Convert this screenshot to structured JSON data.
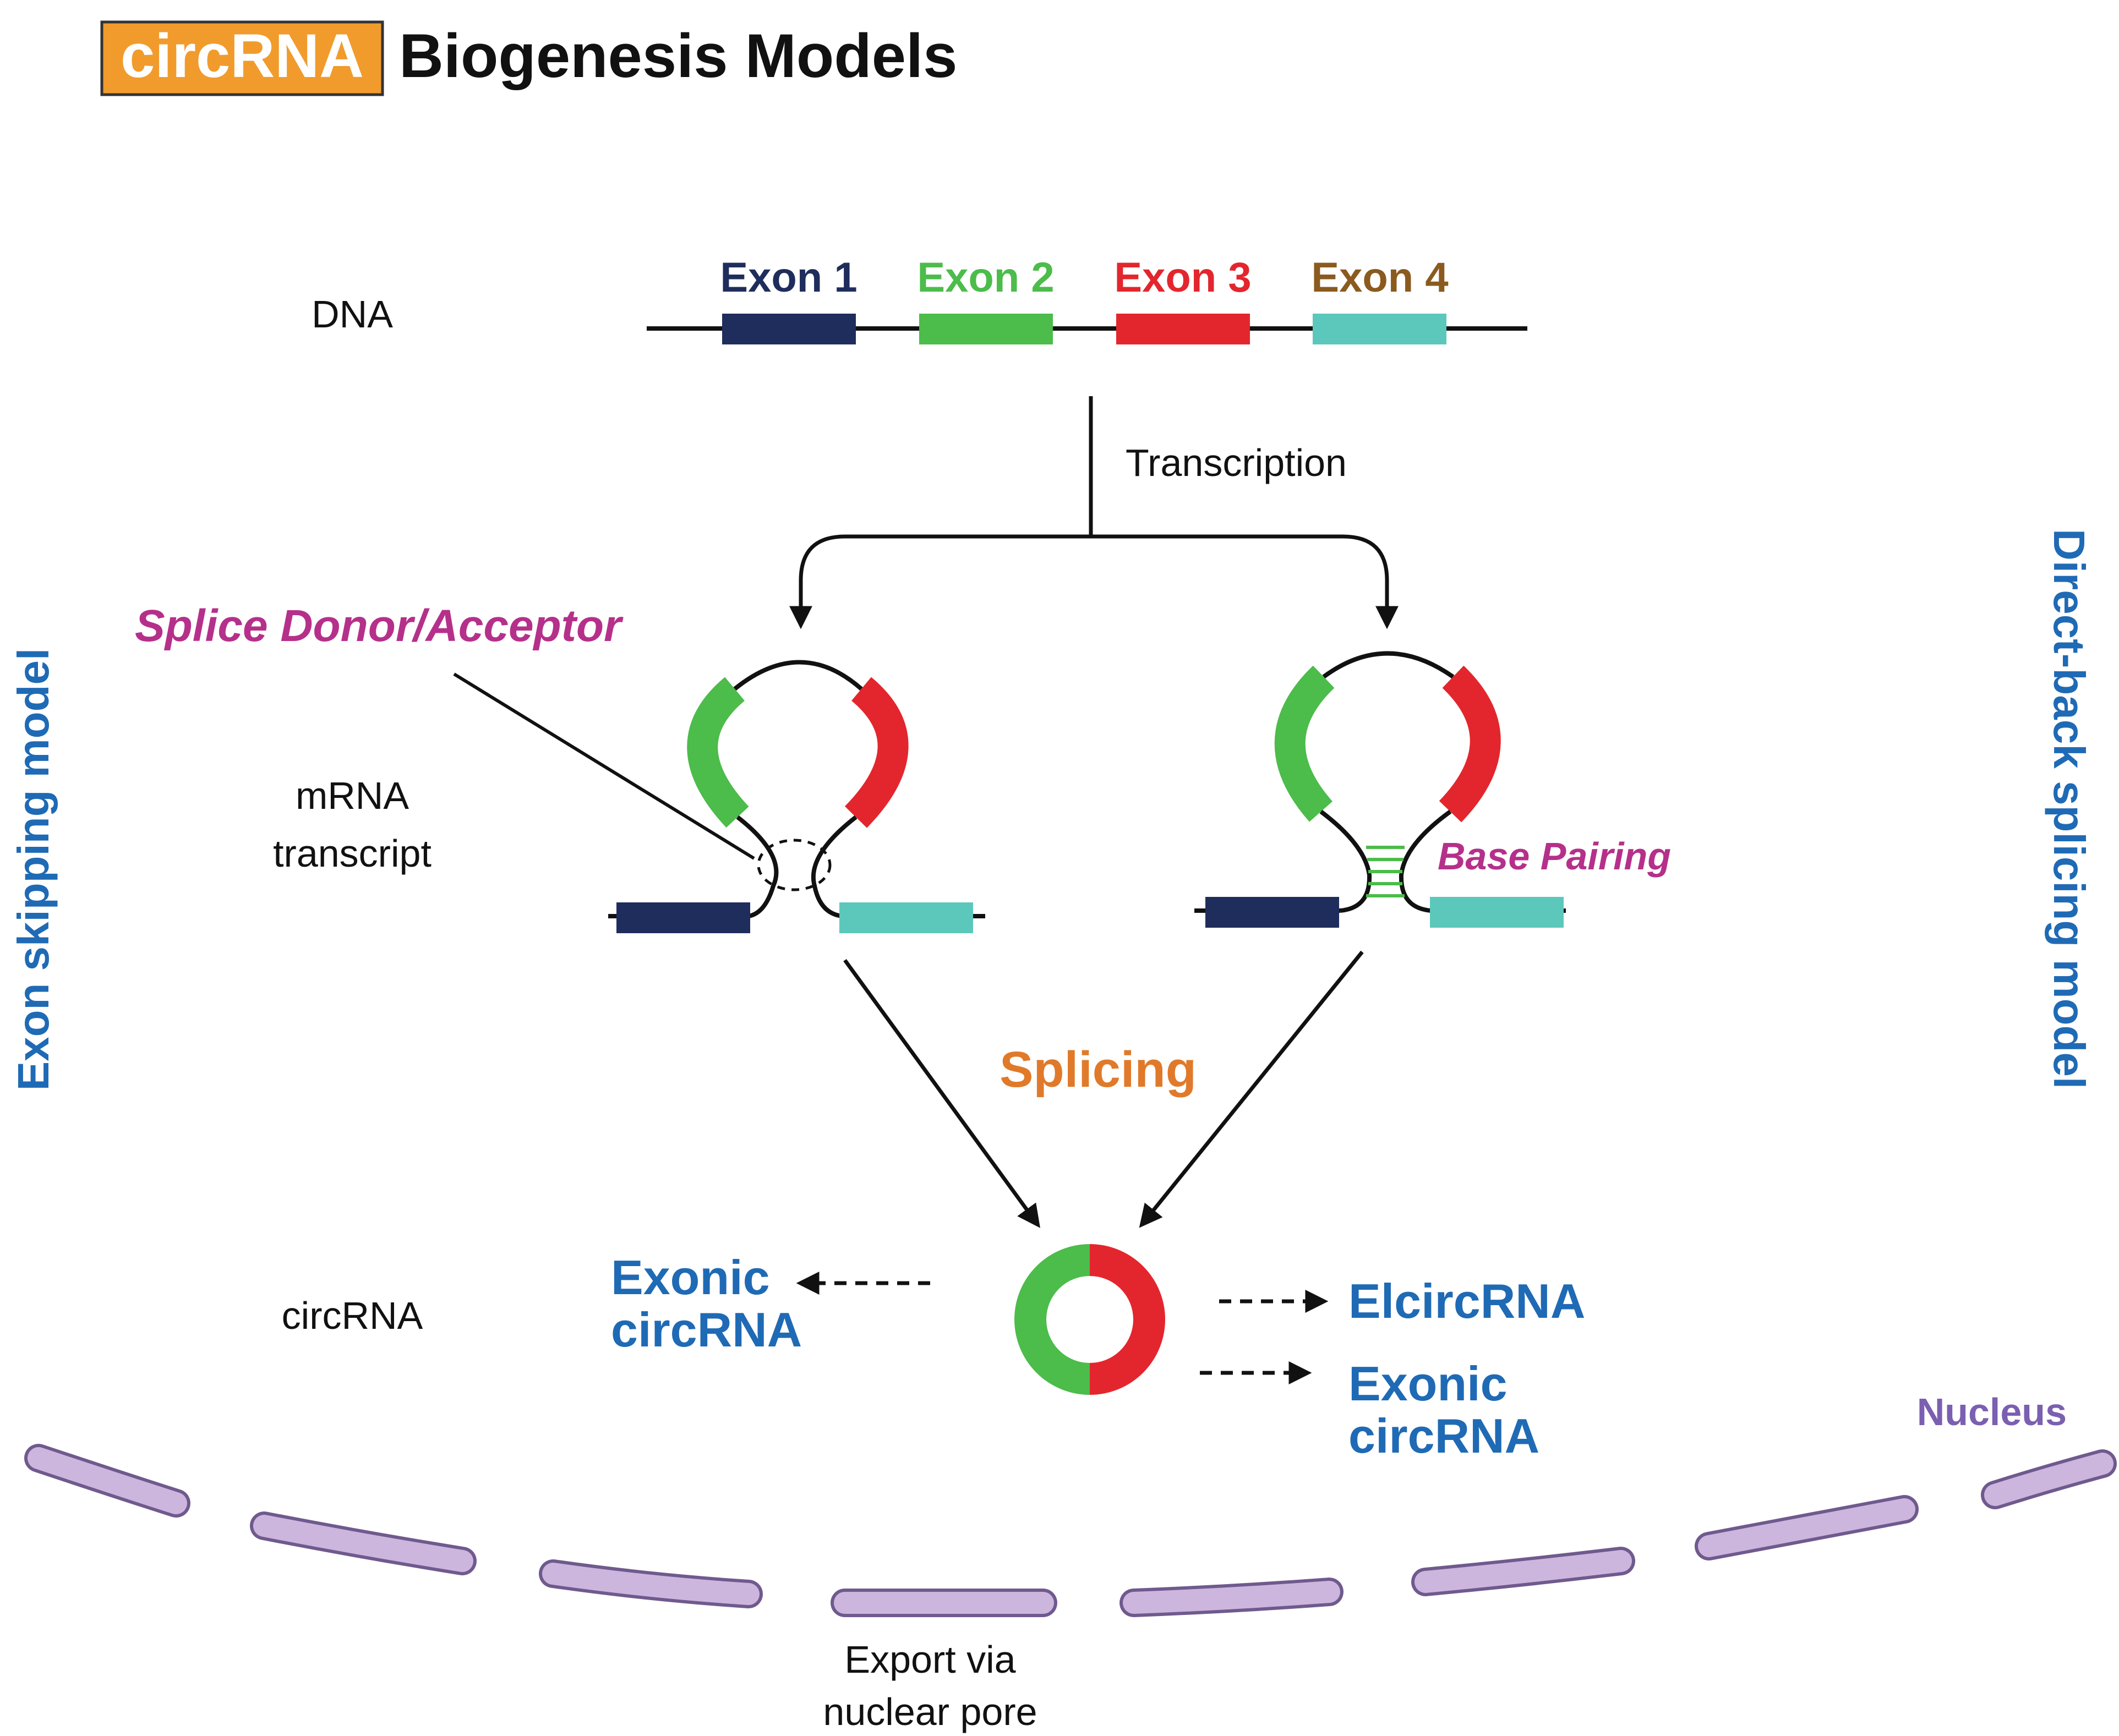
{
  "title": {
    "badge": "circRNA",
    "text": "Biogenesis Models"
  },
  "colors": {
    "exon1": "#1f2d5c",
    "exon2": "#4cbc4a",
    "exon3": "#e3262d",
    "exon4": "#5bc8bb",
    "badge": "#f19b2c",
    "blue_text": "#1f6ab5",
    "magenta_text": "#b5308a",
    "orange_text": "#e07a2a",
    "membrane": "#cdb6de"
  },
  "labels": {
    "dna": "DNA",
    "transcription": "Transcription",
    "mrna_line1": "mRNA",
    "mrna_line2": "transcript",
    "circrna": "circRNA",
    "splicing": "Splicing",
    "splice_donor": "Splice Donor/Acceptor",
    "base_pairing": "Base Pairing",
    "nucleus": "Nucleus",
    "export_line1": "Export via",
    "export_line2": "nuclear pore",
    "left_model": "Exon skipping model",
    "right_model": "Direct-back splicing model"
  },
  "exons": [
    {
      "label": "Exon 1",
      "color": "#1f2d5c"
    },
    {
      "label": "Exon 2",
      "color": "#4cbc4a"
    },
    {
      "label": "Exon 3",
      "color": "#e3262d"
    },
    {
      "label": "Exon 4",
      "color": "#8a5a1e"
    }
  ],
  "products": {
    "left": {
      "line1": "Exonic",
      "line2": "circRNA"
    },
    "right_top": "ElcircRNA",
    "right_bottom": {
      "line1": "Exonic",
      "line2": "circRNA"
    }
  }
}
